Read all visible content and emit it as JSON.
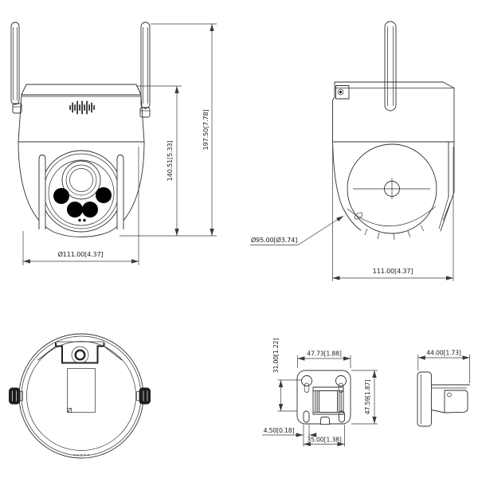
{
  "colors": {
    "background": "#ffffff",
    "line": "#2f2f2f",
    "dimension_line": "#3a3a3a",
    "text": "#1f1f1f",
    "led_fill": "#000000"
  },
  "views": {
    "front": {
      "dims": {
        "body_height": "140.51[5.33]",
        "total_height": "197.50[7.78]",
        "width": "Ø111.00[4.37]"
      }
    },
    "side": {
      "dims": {
        "ball_diameter": "Ø95.00[Ø3.74]",
        "depth": "111.00[4.37]"
      }
    },
    "bracket_front": {
      "dims": {
        "width": "47.73[1.88]",
        "hole_spacing": "31.00[1.22]",
        "height": "47.59[1.87]",
        "slot_width": "4.50[0.18]",
        "slot_spacing": "35.00[1.38]"
      }
    },
    "bracket_side": {
      "dims": {
        "depth": "44.00[1.73]"
      }
    }
  }
}
